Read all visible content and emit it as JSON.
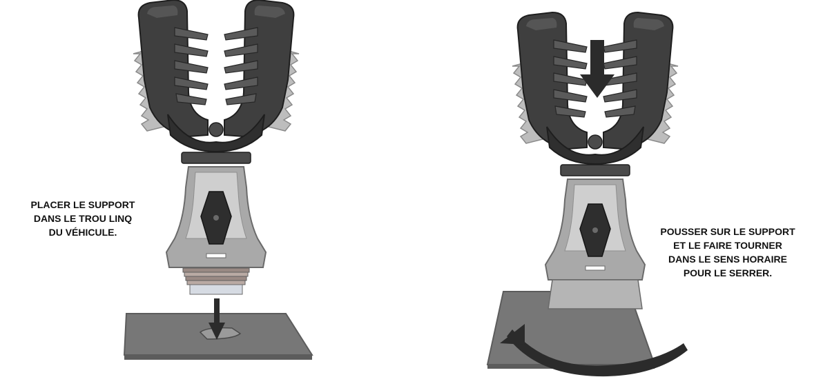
{
  "steps": [
    {
      "caption_lines": [
        "PLACER LE SUPPORT",
        "DANS LE TROU LINQ",
        "DU VÉHICULE."
      ]
    },
    {
      "caption_lines": [
        "POUSSER SUR LE SUPPORT",
        "ET LE FAIRE TOURNER",
        "DANS LE SENS HORAIRE",
        "POUR LE SERRER."
      ]
    }
  ],
  "colors": {
    "cradle": "#3f3f3f",
    "cradle_dark": "#2a2a2a",
    "cradle_light": "#5a5a5a",
    "clip": "#bdbdbd",
    "body": "#a9a9a9",
    "body_light": "#cfcfcf",
    "knob": "#2e2e2e",
    "plate": "#777777",
    "plate_edge": "#5c5c5c",
    "arrow": "#2b2b2b"
  }
}
